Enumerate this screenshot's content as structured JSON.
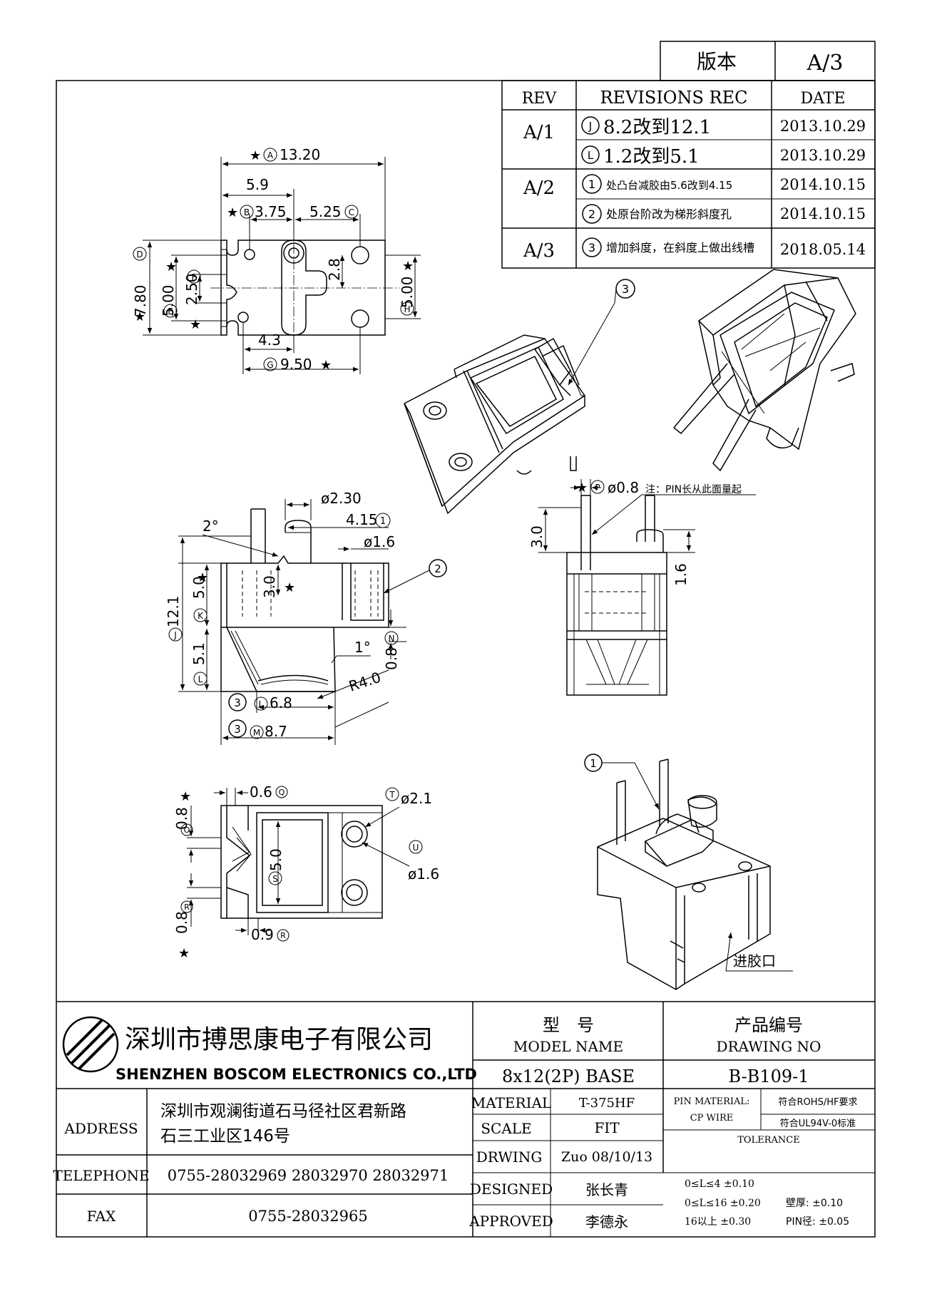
{
  "version": {
    "label": "版本",
    "value": "A/3"
  },
  "revisions": {
    "headers": {
      "rev": "REV",
      "rec": "REVISIONS REC",
      "date": "DATE"
    },
    "rows": [
      {
        "rev": "A/1",
        "mark": "J",
        "text": "8.2改到12.1",
        "date": "2013.10.29"
      },
      {
        "rev": "",
        "mark": "L",
        "text": "1.2改到5.1",
        "date": "2013.10.29"
      },
      {
        "rev": "A/2",
        "mark": "1",
        "text": "处凸台减胶由5.6改到4.15",
        "date": "2014.10.15"
      },
      {
        "rev": "",
        "mark": "2",
        "text": "处原台阶改为梯形斜度孔",
        "date": "2014.10.15"
      },
      {
        "rev": "A/3",
        "mark": "3",
        "text": "增加斜度，在斜度上做出线槽",
        "date": "2018.05.14"
      }
    ]
  },
  "top_view": {
    "dim_a": "13.20",
    "dim_59": "5.9",
    "dim_b": "3.75",
    "dim_c": "5.25",
    "dim_d": "7.80",
    "dim_e": "5.00",
    "dim_f": "2.50",
    "dim_28": "2.8",
    "dim_h": "5.00",
    "dim_43": "4.3",
    "dim_g": "9.50",
    "mark_a": "A",
    "mark_b": "B",
    "mark_c": "C",
    "mark_d": "D",
    "mark_e": "E",
    "mark_f": "F",
    "mark_g": "G",
    "mark_h": "H",
    "star": "★"
  },
  "side_view": {
    "dia_230": "ø2.30",
    "dim_415": "4.15",
    "mark_1": "1",
    "dia_16": "ø1.6",
    "angle_2": "2°",
    "dim_k": "5.0",
    "mark_k": "K",
    "dim_30": "3.0",
    "mark_2": "2",
    "dim_j": "12.1",
    "mark_j": "J",
    "dim_l": "5.1",
    "mark_l": "L",
    "angle_1": "1°",
    "dim_n": "0.8",
    "mark_n": "N",
    "radius": "R4.0",
    "dim_l2": "6.8",
    "dim_m": "8.7",
    "mark_3": "3",
    "mark_m": "M",
    "star": "★"
  },
  "front_view": {
    "dim_p": "ø0.8",
    "mark_p": "P",
    "note": "注：PIN长从此面量起",
    "dim_30": "3.0",
    "dim_16": "1.6",
    "star": "★"
  },
  "bottom_view": {
    "dim_06": "0.6",
    "mark_q": "Q",
    "mark_o": "O",
    "dim_o": "0.8",
    "dia_21": "ø2.1",
    "mark_t": "T",
    "dim_s": "5.0",
    "mark_s": "S",
    "mark_u": "U",
    "dia_16": "ø1.6",
    "mark_r": "R",
    "dim_r": "0.8",
    "dim_09": "0.9",
    "mark_09": "R",
    "star": "★"
  },
  "callouts": {
    "iso_3": "3",
    "iso_1": "1",
    "inlet": "进胶口"
  },
  "title_block": {
    "company_cn": "深圳市搏思康电子有限公司",
    "company_en": "SHENZHEN BOSCOM ELECTRONICS CO.,LTD",
    "model_cn": "型　号",
    "model_en": "MODEL NAME",
    "drawing_cn": "产品编号",
    "drawing_en": "DRAWING NO",
    "model_value": "8x12(2P) BASE",
    "drawing_value": "B-B109-1",
    "address_label": "ADDRESS",
    "address_line1": "深圳市观澜街道石马径社区君新路",
    "address_line2": "石三工业区146号",
    "telephone_label": "TELEPHONE",
    "telephone_value": "0755-28032969 28032970 28032971",
    "fax_label": "FAX",
    "fax_value": "0755-28032965",
    "material_label": "MATERIAL",
    "material_value": "T-375HF",
    "scale_label": "SCALE",
    "scale_value": "FIT",
    "drwing_label": "DRWING",
    "drwing_value": "Zuo 08/10/13",
    "designed_label": "DESIGNED",
    "designed_value": "张长青",
    "approved_label": "APPROVED",
    "approved_value": "李德永",
    "pin_material_label": "PIN MATERIAL:",
    "pin_material_value": "CP WIRE",
    "rohs": "符合ROHS/HF要求",
    "ul": "符合UL94V-0标准",
    "tolerance_label": "TOLERANCE",
    "tol1": "0≤L≤4 ±0.10",
    "tol2": "0≤L≤16 ±0.20",
    "tol3": "16以上 ±0.30",
    "wall": "壁厚: ±0.10",
    "pin_dia": "PIN径: ±0.05"
  }
}
